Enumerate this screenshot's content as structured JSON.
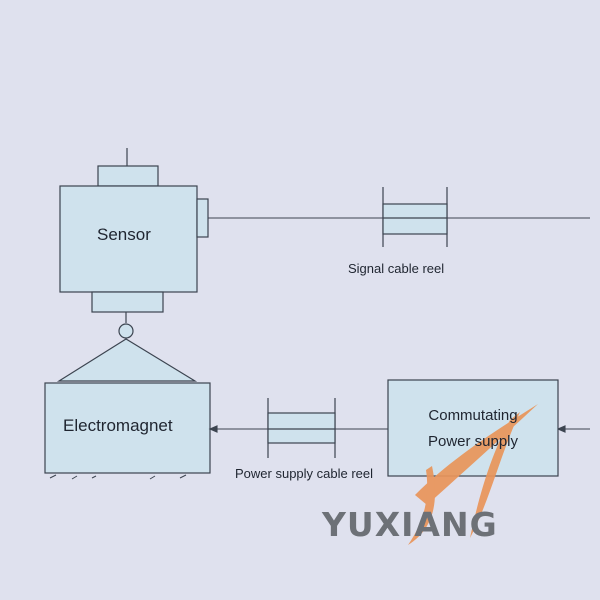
{
  "labels": {
    "sensor": "Sensor",
    "signal_cable_reel": "Signal cable reel",
    "electromagnet": "Electromagnet",
    "power_supply_cable_reel": "Power supply cable reel",
    "commutating_power_supply": [
      "Commutating",
      "Power supply"
    ]
  },
  "logo": {
    "text": "YUXIANG",
    "swoosh_color": "#e9955a"
  },
  "colors": {
    "background": "#dfe1ee",
    "component_fill": "#cfe2ed",
    "stroke": "#3c4450"
  }
}
